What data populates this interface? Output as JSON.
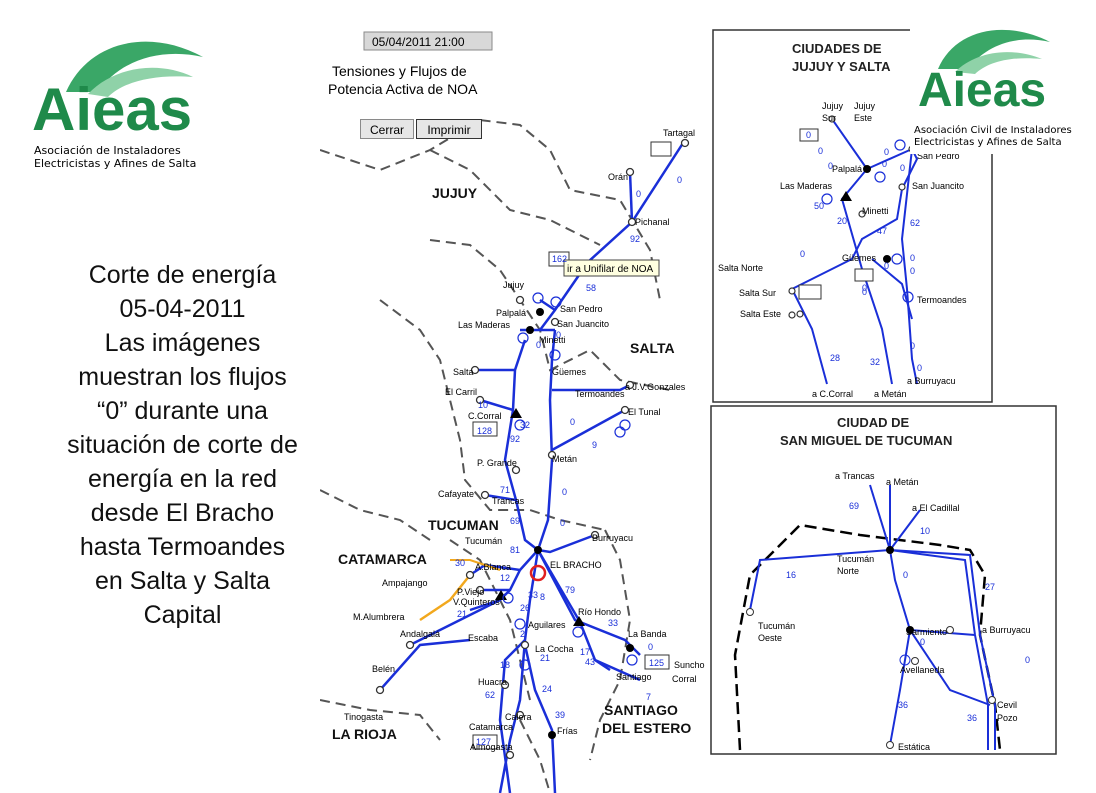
{
  "logo_left": {
    "name": "Aieas",
    "sub1": "Asociación de Instaladores",
    "sub2": "Electricistas y Afines de Salta"
  },
  "logo_right": {
    "name": "Aieas",
    "sub1": "Asociación Civil de Instaladores",
    "sub2": "Electricistas y Afines de Salta"
  },
  "caption": {
    "lines": [
      "Corte de energía",
      "05-04-2011",
      "Las imágenes",
      "muestran los flujos",
      "“0” durante una",
      "situación de corte de",
      "energía en la red",
      "desde El Bracho",
      "hasta  Termoandes",
      "en Salta y Salta",
      "Capital"
    ]
  },
  "scada": {
    "timestamp": "05/04/2011 21:00",
    "title1": "Tensiones y Flujos de",
    "title2": "Potencia Activa de NOA",
    "btn_close": "Cerrar",
    "btn_print": "Imprimir",
    "tooltip": "ir a Unifilar de NOA"
  },
  "regions": [
    "JUJUY",
    "SALTA",
    "TUCUMAN",
    "CATAMARCA",
    "SANTIAGO",
    "DEL ESTERO",
    "LA RIOJA"
  ],
  "stations": [
    "Tartagal",
    "Orán",
    "Pichanal",
    "Jujuy",
    "Palpalá",
    "San Pedro",
    "Las Maderas",
    "San Juancito",
    "Minetti",
    "Salta",
    "Güemes",
    "El Carril",
    "Termoandes",
    "a J.V.Gonzales",
    "C.Corral",
    "El Tunal",
    "P. Grande",
    "Metán",
    "Cafayate",
    "Trancas",
    "Tucumán",
    "Burruyacu",
    "EL BRACHO",
    "A.Blanca",
    "Ampajango",
    "P.Viejo",
    "V.Quinteros",
    "M.Alumbrera",
    "Andalgalá",
    "Escaba",
    "Aguilares",
    "Río Hondo",
    "La Banda",
    "Belén",
    "La Cocha",
    "Santiago",
    "Suncho",
    "Corral",
    "Tinogasta",
    "Huacra",
    "Calera",
    "Catamarca",
    "Frías",
    "Aimogasta"
  ],
  "flows": [
    "0",
    "0",
    "92",
    "162",
    "58",
    "0",
    "0",
    "10",
    "128",
    "92",
    "32",
    "0",
    "9",
    "0",
    "71",
    "69",
    "0",
    "81",
    "30",
    "12",
    "79",
    "33",
    "8",
    "26",
    "21",
    "2",
    "33",
    "0",
    "17",
    "43",
    "125",
    "18",
    "21",
    "7",
    "62",
    "24",
    "39",
    "127"
  ],
  "panel_jujuy_salta": {
    "title1": "CIUDADES DE",
    "title2": "JUJUY Y SALTA",
    "stations": [
      "Jujuy",
      "Sur",
      "Jujuy",
      "Este",
      "Palpalá",
      "San Pedro",
      "Las Maderas",
      "San Juancito",
      "Minetti",
      "Salta Norte",
      "Güemes",
      "Salta Sur",
      "Termoandes",
      "Salta Este",
      "a C.Corral",
      "a Metán",
      "a Burruyacu"
    ],
    "flows": [
      "0",
      "0",
      "0",
      "0",
      "0",
      "0",
      "50",
      "20",
      "47",
      "62",
      "0",
      "0",
      "0",
      "0",
      "0",
      "0",
      "28",
      "32",
      "0",
      "0"
    ]
  },
  "panel_tucuman": {
    "title1": "CIUDAD DE",
    "title2": "SAN MIGUEL DE TUCUMAN",
    "stations": [
      "a Trancas",
      "a Metán",
      "a El Cadillal",
      "Tucumán",
      "Norte",
      "Tucumán",
      "Oeste",
      "Sarmiento",
      "a Burruyacu",
      "Avellaneda",
      "Cevil",
      "Pozo",
      "Estática"
    ],
    "flows": [
      "69",
      "10",
      "16",
      "0",
      "27",
      "0",
      "0",
      "36",
      "36"
    ]
  },
  "colors": {
    "line": "#1a2fd8",
    "brand": "#1f8a4a",
    "alert": "#e02020",
    "orange": "#f2a81d",
    "green_num": "#1a8a1a"
  }
}
